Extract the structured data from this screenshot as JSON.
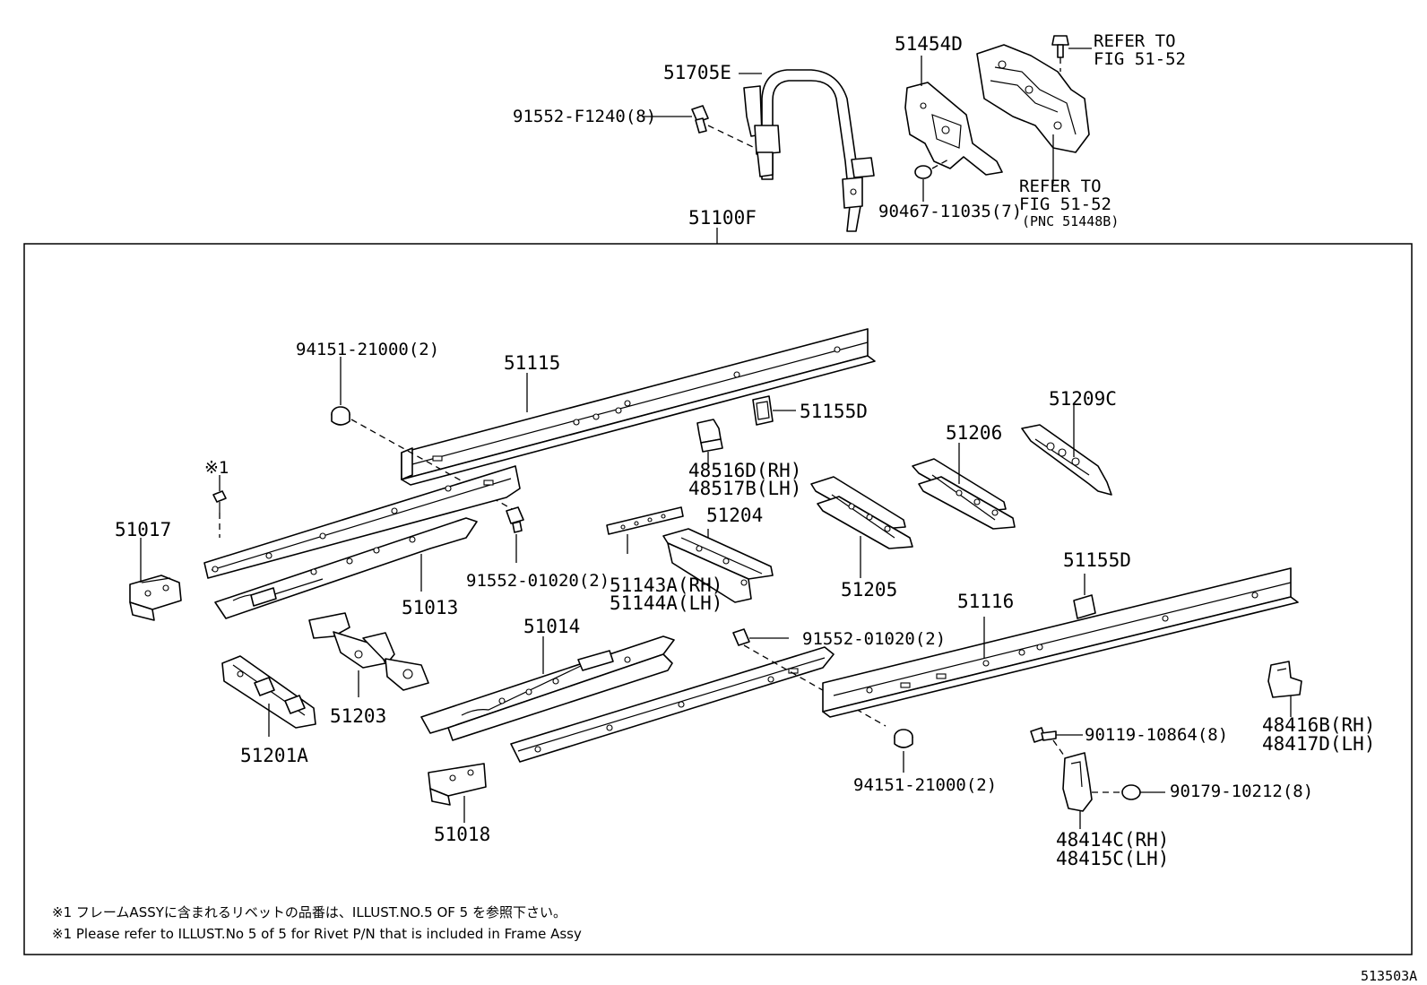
{
  "labels": {
    "p51705E": "51705E",
    "p91552_F1240": "91552-F1240(8)",
    "p51454D": "51454D",
    "refer_top_1": "REFER TO",
    "refer_top_2": "FIG 51-52",
    "p90467": "90467-11035(7)",
    "refer_mid_1": "REFER TO",
    "refer_mid_2": "FIG 51-52",
    "refer_mid_3": "(PNC 51448B)",
    "p51100F": "51100F",
    "p94151_top": "94151-21000(2)",
    "p51115": "51115",
    "p51155D_top": "51155D",
    "p51209C": "51209C",
    "p48516D": "48516D(RH)",
    "p48517B": "48517B(LH)",
    "p51206": "51206",
    "rivet_mark": "※1",
    "p51017": "51017",
    "p91552_01020_a": "91552-01020(2)",
    "p51204": "51204",
    "p51143A": "51143A(RH)",
    "p51144A": "51144A(LH)",
    "p51205": "51205",
    "p51013": "51013",
    "p51155D_mid": "51155D",
    "p51116": "51116",
    "p51014": "51014",
    "p91552_01020_b": "91552-01020(2)",
    "p51203": "51203",
    "p51201A": "51201A",
    "p48416B": "48416B(RH)",
    "p48417D": "48417D(LH)",
    "p90119": "90119-10864(8)",
    "p94151_bot": "94151-21000(2)",
    "p90179": "90179-10212(8)",
    "p51018": "51018",
    "p48414C": "48414C(RH)",
    "p48415C": "48415C(LH)"
  },
  "notes": {
    "jp": "※1 フレームASSYに含まれるリベットの品番は、ILLUST.NO.5 OF 5 を参照下さい。",
    "en": "※1 Please refer to ILLUST.No 5 of 5 for Rivet P/N that is included in Frame Assy"
  },
  "figure_id": "513503A"
}
